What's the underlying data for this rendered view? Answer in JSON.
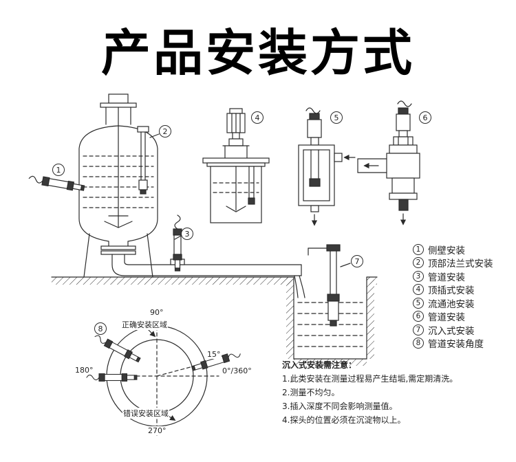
{
  "page": {
    "title": "产品安装方式"
  },
  "colors": {
    "line": "#2b2b2b",
    "background": "#ffffff"
  },
  "legend": {
    "items": [
      {
        "num": "1",
        "label": "侧壁安装"
      },
      {
        "num": "2",
        "label": "顶部法兰式安装"
      },
      {
        "num": "3",
        "label": "管道安装"
      },
      {
        "num": "4",
        "label": "顶插式安装"
      },
      {
        "num": "5",
        "label": "流通池安装"
      },
      {
        "num": "6",
        "label": "管道安装"
      },
      {
        "num": "7",
        "label": "沉入式安装"
      },
      {
        "num": "8",
        "label": "管道安装角度"
      }
    ]
  },
  "angle_diagram": {
    "deg_90": "90°",
    "deg_180": "180°",
    "deg_270": "270°",
    "deg_0_360": "0°/360°",
    "deg_15": "15°",
    "correct_area_label": "正确安装区域",
    "wrong_area_label": "错误安装区域"
  },
  "notes": {
    "title": "沉入式安装需注意：",
    "lines": [
      "1.此类安装在测量过程易产生结垢,需定期清洗。",
      "2.测量不均匀。",
      "3.插入深度不同会影响测量值。",
      "4.探头的位置必须在沉淀物以上。"
    ]
  }
}
